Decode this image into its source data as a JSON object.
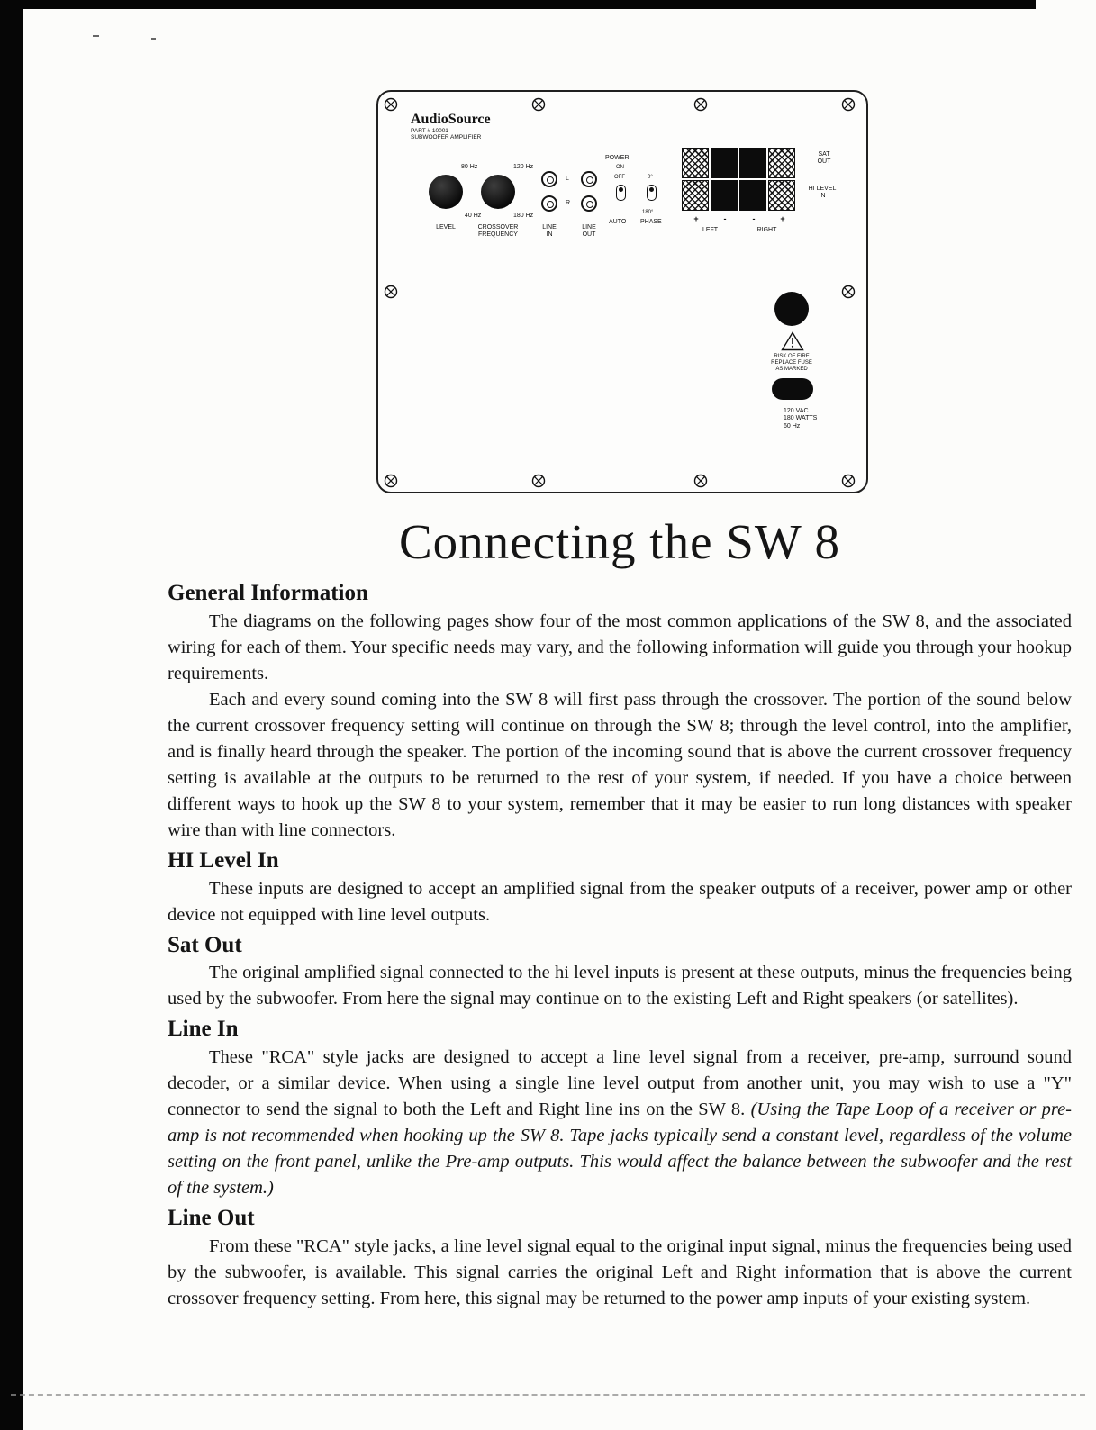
{
  "title": "Connecting the SW 8",
  "panel": {
    "brand": "AudioSource",
    "part_line1": "PART # 10001",
    "part_line2": "SUBWOOFER AMPLIFIER",
    "level_label": "LEVEL",
    "crossover_line1": "CROSSOVER",
    "crossover_line2": "FREQUENCY",
    "freq_80": "80 Hz",
    "freq_120": "120 Hz",
    "freq_40": "40 Hz",
    "freq_180": "180 Hz",
    "line_in_line1": "LINE",
    "line_in_line2": "IN",
    "line_out_line1": "LINE",
    "line_out_line2": "OUT",
    "channel_left": "L",
    "channel_right": "R",
    "power_label": "POWER",
    "power_on": "ON",
    "power_off": "OFF",
    "power_auto": "AUTO",
    "phase_0": "0°",
    "phase_180": "180°",
    "phase_label": "PHASE",
    "terminal_plus_left": "+",
    "terminal_minus_left": "-",
    "terminal_minus_right": "-",
    "terminal_plus_right": "+",
    "left_label": "LEFT",
    "right_label": "RIGHT",
    "sat_out_line1": "SAT",
    "sat_out_line2": "OUT",
    "hi_level_line1": "HI LEVEL",
    "hi_level_line2": "IN",
    "warning_line1": "RISK OF FIRE",
    "warning_line2": "REPLACE FUSE",
    "warning_line3": "AS MARKED",
    "spec_line1": "120 VAC",
    "spec_line2": "180 WATTS",
    "spec_line3": "60 Hz"
  },
  "sections": {
    "general": {
      "heading": "General Information",
      "p1": "The diagrams on the following pages show four of the most common applications of the SW 8, and the associated wiring for each of them.  Your specific needs may vary, and the following information will guide you through your hookup requirements.",
      "p2": "Each and every sound coming into the SW 8 will first pass through the crossover.  The portion of the sound below the current crossover frequency setting will continue on through the SW 8; through the level control, into the amplifier, and is finally heard through the speaker.  The portion of the incoming sound that is above the current crossover frequency setting is available at the outputs to be returned to the rest of your system, if needed.  If you have a choice between different ways to hook up the SW 8 to your system, remember that it may be easier to run long distances with speaker wire than with line connectors."
    },
    "hi_level": {
      "heading": "HI Level In",
      "p1": "These inputs are designed to accept an amplified signal from the speaker outputs of a receiver, power amp or other device not equipped with line level outputs."
    },
    "sat_out": {
      "heading": "Sat Out",
      "p1": "The original amplified signal connected to the hi level inputs is present at these outputs, minus the frequencies being used by the subwoofer.  From here the signal may continue on to the existing Left and Right speakers (or satellites)."
    },
    "line_in": {
      "heading": "Line In",
      "p1_normal": "These \"RCA\" style jacks are designed to accept a line level signal from a receiver, pre-amp, surround sound decoder, or a similar device.  When using a single line level output from another unit, you may wish to use a \"Y\" connector to send the signal to both the Left and Right line ins on the SW 8.  ",
      "p1_italic": "(Using the Tape Loop of a receiver or pre-amp is not recommended when hooking up the SW 8.  Tape jacks typically send a constant level, regardless of the volume setting on the front panel, unlike the Pre-amp outputs. This would affect the balance between the subwoofer and the rest of the system.)"
    },
    "line_out": {
      "heading": "Line Out",
      "p1": "From these \"RCA\" style jacks, a line level signal equal to the original input signal, minus the frequencies being used by the subwoofer, is available.  This signal carries the original Left and Right information that is above the current crossover frequency setting.  From here, this signal may be returned to the power amp inputs of your existing system."
    }
  },
  "icons": {
    "screw": "phillips-screw-circle-x",
    "warning": "warning-triangle-exclamation"
  }
}
